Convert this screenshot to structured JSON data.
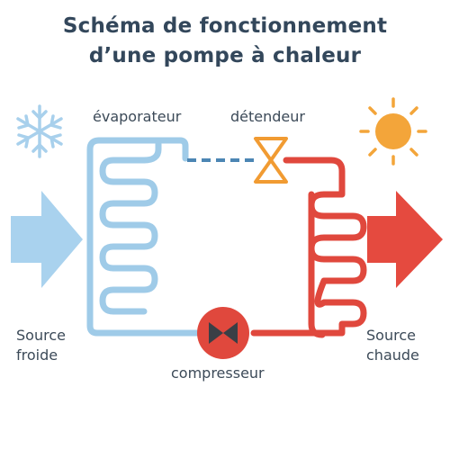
{
  "title": {
    "line1": "Schéma de fonctionnement",
    "line2": "d’une pompe à chaleur"
  },
  "labels": {
    "evaporator": "évaporateur",
    "expansion_valve": "détendeur",
    "compressor": "compresseur",
    "cold_source": [
      "Source",
      "froide"
    ],
    "hot_source": [
      "Source",
      "chaude"
    ]
  },
  "icons": {
    "cold": "snowflake-icon",
    "hot": "sun-icon",
    "valve": "expansion-valve-icon",
    "compressor": "compressor-icon"
  },
  "colors": {
    "title": "#33475b",
    "text": "#3c4a58",
    "cold_pipe": "#9fcbe8",
    "cold_arrow": "#a9d2ee",
    "hot_pipe": "#e0483d",
    "hot_arrow": "#e54a3f",
    "sun": "#f3a53a",
    "snowflake": "#a8d0ec",
    "valve": "#f19b32",
    "compressor_body": "#e0483d",
    "compressor_symbol": "#3a3f46",
    "dashed_line": "#4c86b4"
  }
}
